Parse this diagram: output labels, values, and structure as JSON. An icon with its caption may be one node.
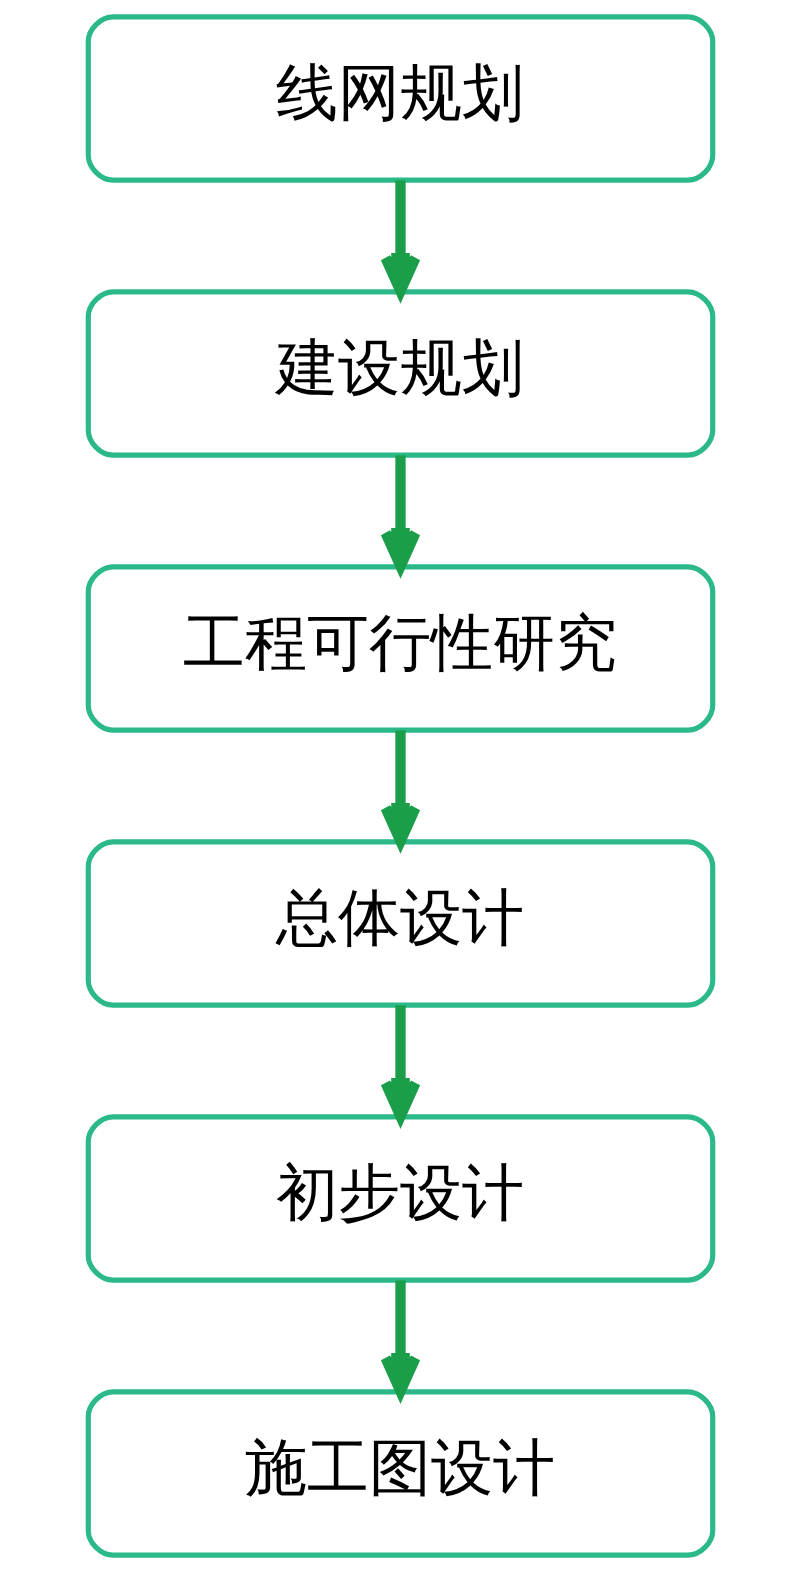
{
  "diagram": {
    "nodes": [
      {
        "text": [
          "线网规划"
        ]
      },
      {
        "text": [
          "建设规划"
        ]
      },
      {
        "text": [
          "工程可行性研究"
        ]
      },
      {
        "text": [
          "总体设计"
        ]
      },
      {
        "text": [
          "初步设计"
        ]
      },
      {
        "text": [
          "施工图设计"
        ]
      }
    ],
    "edges": [
      {
        "from": 0,
        "to": 1,
        "arrow": "to"
      },
      {
        "from": 1,
        "to": 2,
        "arrow": "to"
      },
      {
        "from": 2,
        "to": 3,
        "arrow": "to"
      },
      {
        "from": 3,
        "to": 4,
        "arrow": "to"
      },
      {
        "from": 4,
        "to": 5,
        "arrow": "to"
      }
    ]
  }
}
